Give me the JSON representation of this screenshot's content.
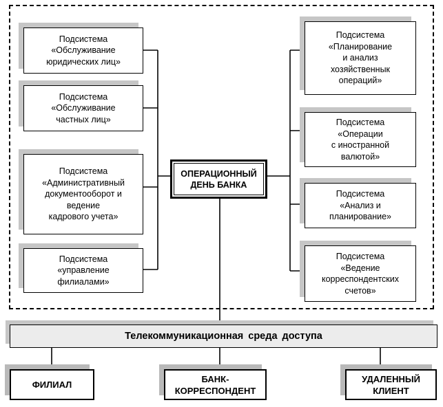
{
  "center": "ОПЕРАЦИОННЫЙ\nДЕНЬ БАНКА",
  "left_subsystems": [
    "Подсистема\n«Обслуживание\nюридических лиц»",
    "Подсистема\n«Обслуживание\nчастных лиц»",
    "Подсистема\n«Административный\nдокументооборот и\nведение\nкадрового учета»",
    "Подсистема\n«управление\nфилиалами»"
  ],
  "right_subsystems": [
    "Подсистема\n«Планирование\nи анализ\nхозяйственнык\nопераций»",
    "Подсистема\n«Операции\nс иностранной\nвалютой»",
    "Подсистема\n«Анализ и\nпланирование»",
    "Подсистема\n«Ведение\nкорреспондентских\nсчетов»"
  ],
  "access_environment": "Телекоммуникационная среда доступа",
  "endpoints": [
    "ФИЛИАЛ",
    "БАНК-\nКОРРЕСПОНДЕНТ",
    "УДАЛЕННЫЙ\nКЛИЕНТ"
  ]
}
